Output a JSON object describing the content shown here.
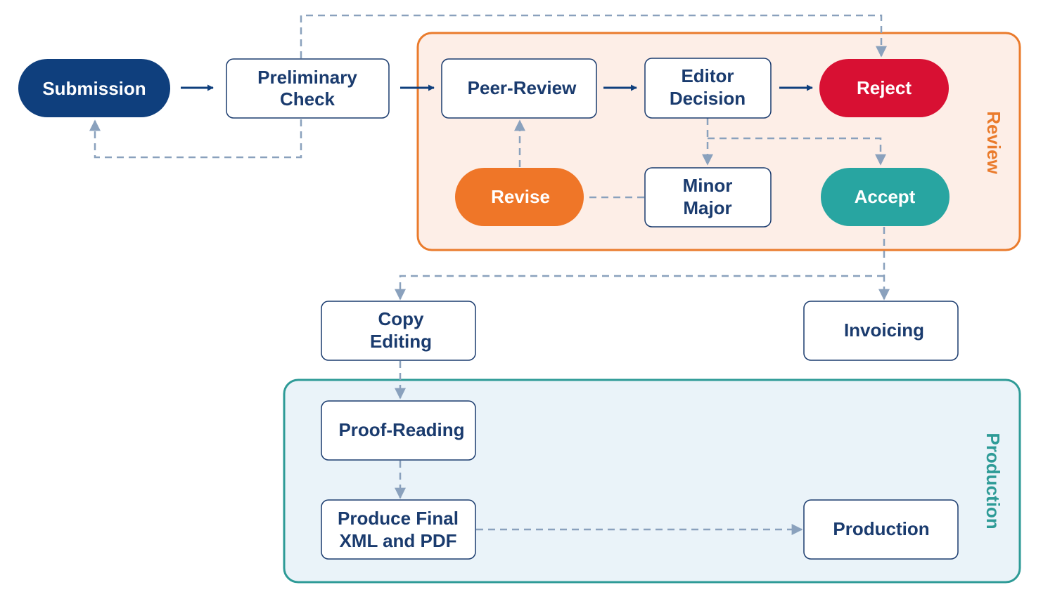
{
  "colors": {
    "navy": "#0f3f7d",
    "text_dark": "#1a3b6e",
    "red": "#d81033",
    "orange": "#ef7628",
    "teal": "#28a5a1",
    "connector": "#8aa1bd",
    "review_border": "#ea7b2c",
    "review_fill": "#fdeee7",
    "production_border": "#2e9b97",
    "production_fill": "#eaf3f9"
  },
  "groups": {
    "review": {
      "label": "Review"
    },
    "production": {
      "label": "Production"
    }
  },
  "nodes": {
    "submission": {
      "lines": [
        "Submission"
      ]
    },
    "preliminary_check": {
      "lines": [
        "Preliminary",
        "Check"
      ]
    },
    "peer_review": {
      "lines": [
        "Peer-Review"
      ]
    },
    "editor_decision": {
      "lines": [
        "Editor",
        "Decision"
      ]
    },
    "reject": {
      "lines": [
        "Reject"
      ]
    },
    "revise": {
      "lines": [
        "Revise"
      ]
    },
    "minor_major": {
      "lines": [
        "Minor",
        "Major"
      ]
    },
    "accept": {
      "lines": [
        "Accept"
      ]
    },
    "copy_editing": {
      "lines": [
        "Copy",
        "Editing"
      ]
    },
    "invoicing": {
      "lines": [
        "Invoicing"
      ]
    },
    "proof_reading": {
      "lines": [
        "Proof-Reading"
      ]
    },
    "produce_final": {
      "lines": [
        "Produce Final",
        "XML and PDF"
      ]
    },
    "production": {
      "lines": [
        "Production"
      ]
    }
  }
}
